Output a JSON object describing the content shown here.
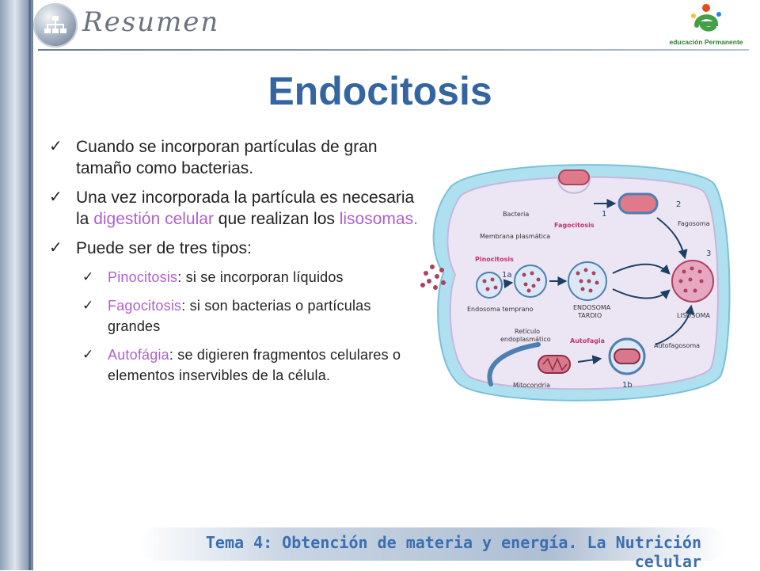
{
  "header": {
    "title": "Resumen",
    "brand": "educación Permanente"
  },
  "slide": {
    "title": "Endocitosis",
    "bullets": [
      {
        "parts": [
          "Cuando se incorporan partículas de gran tamaño como bacterias."
        ]
      },
      {
        "parts": [
          "Una vez incorporada la partícula es necesaria la ",
          "digestión celular",
          " que realizan los ",
          "lisosomas."
        ]
      },
      {
        "parts": [
          "Puede ser de tres tipos:"
        ]
      }
    ],
    "subbullets": [
      {
        "term": "Pinocitosis",
        "text": ": si se incorporan líquidos"
      },
      {
        "term": "Fagocitosis",
        "text": ": si son bacterias o partículas grandes"
      },
      {
        "term": "Autofágia",
        "text": ": se digieren fragmentos celulares o elementos inservibles de la célula."
      }
    ]
  },
  "diagram": {
    "labels": {
      "bacteria": "Bacteria",
      "membrana": "Membrana plasmática",
      "fagocitosis": "Fagocitosis",
      "pinocitosis": "Pinocitosis",
      "fagosoma": "Fagosoma",
      "endosoma_temprano": "Endosoma temprano",
      "endosoma_tardio_1": "ENDOSOMA",
      "endosoma_tardio_2": "TARDIO",
      "lisosoma": "LISOSOMA",
      "reticulo_1": "Retículo",
      "reticulo_2": "endoplasmático",
      "autofagia": "Autofagia",
      "autofagosoma": "Autofagosoma",
      "mitocondria": "Mitocondria",
      "n1": "1",
      "n2": "2",
      "n3": "3",
      "n1a": "1a",
      "n1b": "1b"
    },
    "colors": {
      "membrane": "#aee0f0",
      "cytoplasm": "#ece6f4",
      "particle": "#b0405e",
      "vesicle": "#dce8f6",
      "process_label": "#c0356a"
    }
  },
  "footer": {
    "text": "Tema 4: Obtención de materia y energía. La Nutrición celular"
  }
}
